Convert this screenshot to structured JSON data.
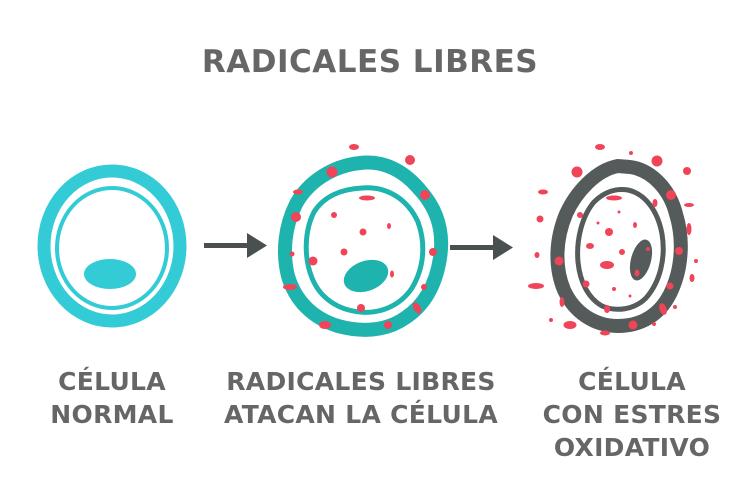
{
  "title": "RADICALES LIBRES",
  "colors": {
    "normal_cell": "#33ccd6",
    "attacked_cell": "#1fb3ad",
    "stressed_cell": "#555a5a",
    "radical": "#f04558",
    "arrow": "#4a4f4f",
    "text": "#666666"
  },
  "stages": [
    {
      "id": "normal",
      "lines": [
        "CÉLULA",
        "NORMAL"
      ]
    },
    {
      "id": "attacked",
      "lines": [
        "RADICALES LIBRES",
        "ATACAN LA CÉLULA"
      ]
    },
    {
      "id": "stressed",
      "lines": [
        "CÉLULA",
        "CON ESTRES",
        "OXIDATIVO"
      ]
    }
  ],
  "arrows": [
    {
      "from": "normal",
      "to": "attacked"
    },
    {
      "from": "attacked",
      "to": "stressed"
    }
  ]
}
